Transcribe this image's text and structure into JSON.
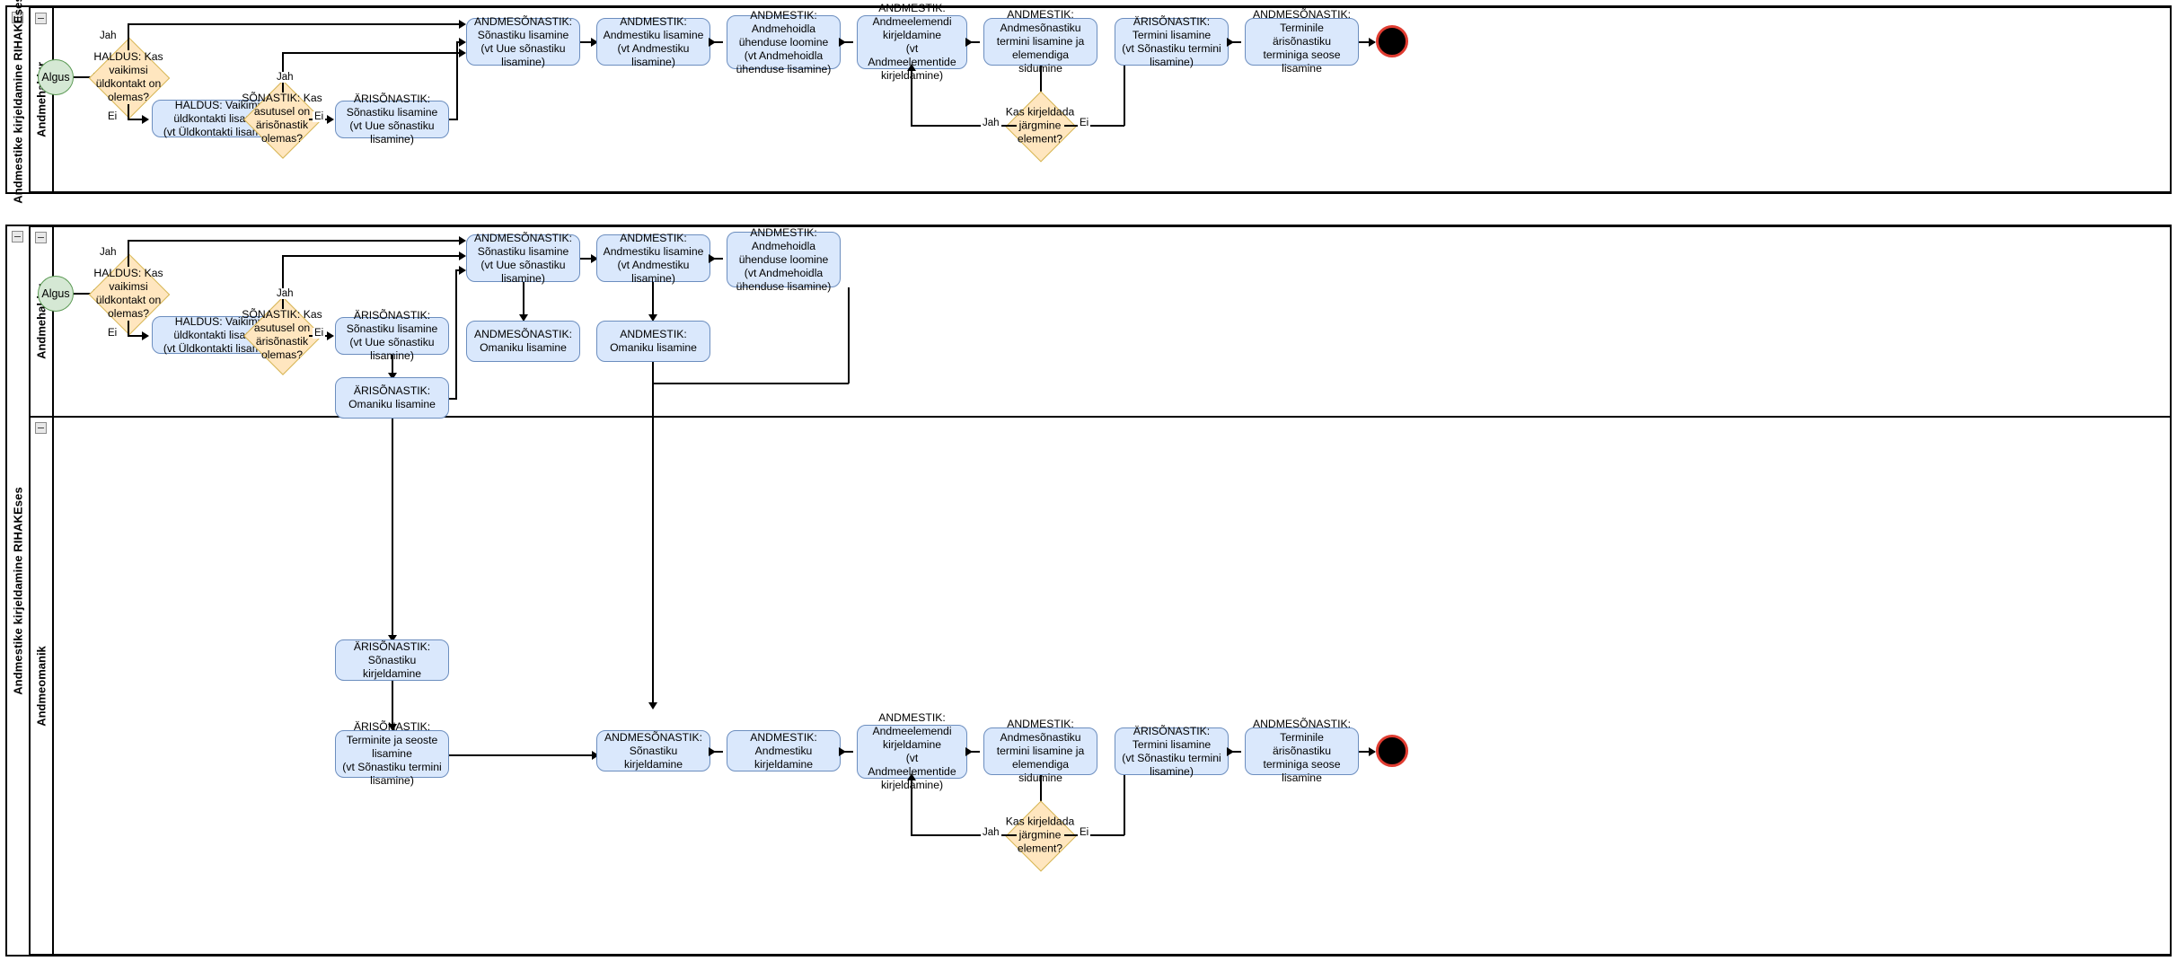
{
  "diagram": {
    "type": "bpmn-swimlane-flowchart",
    "colors": {
      "task_fill": "#dae8fc",
      "task_stroke": "#6c8ebf",
      "gateway_fill": "#ffe6bf",
      "gateway_stroke": "#d6b656",
      "start_fill": "#d5e8d4",
      "start_stroke": "#5b9a54",
      "end_fill": "#000000",
      "end_stroke": "#e03c31",
      "edge": "#000000"
    },
    "edge_labels": {
      "yes": "Jah",
      "no": "Ei"
    }
  },
  "pool_top": {
    "title": "Andmestike kirjeldamine RIHAKEses",
    "lane": {
      "title": "Andmehaldur"
    },
    "nodes": {
      "start": "Algus",
      "gw_default_contact": "HALDUS: Kas vaikimsi üldkontakt on olemas?",
      "task_add_contact": "HALDUS: Vaikimisi üldkontakti lisamine\n(vt Üldkontakti lisamine)",
      "gw_has_glossary": "SÕNASTIK: Kas asutusel on ärisõnastik olemas?",
      "task_biz_glossary": "ÄRISÕNASTIK: Sõnastiku lisamine\n(vt Uue sõnastiku lisamine)",
      "task_data_glossary": "ANDMESÕNASTIK: Sõnastiku lisamine\n(vt Uue sõnastiku lisamine)",
      "task_dataset": "ANDMESTIK: Andmestiku lisamine\n(vt Andmestiku lisamine)",
      "task_warehouse": "ANDMESTIK: Andmehoidla ühenduse loomine\n(vt Andmehoidla ühenduse lisamine)",
      "task_element": "ANDMESTIK: Andmeelemendi kirjeldamine\n(vt Andmeelementide kirjeldamine)",
      "task_term_bind": "ANDMESTIK: Andmesõnastiku termini lisamine ja elemendiga sidumine",
      "gw_next_element": "Kas kirjeldada järgmine element?",
      "task_biz_term": "ÄRISÕNASTIK: Termini lisamine\n(vt Sõnastiku termini lisamine)",
      "task_term_link": "ANDMESÕNASTIK: Terminile ärisõnastiku terminiga seose lisamine",
      "end": ""
    }
  },
  "pool_bottom": {
    "title": "Andmestike kirjeldamine RIHAKEses",
    "lane_top": {
      "title": "Andmehaldur"
    },
    "lane_bottom": {
      "title": "Andmeomanik"
    },
    "nodes": {
      "start": "Algus",
      "gw_default_contact": "HALDUS: Kas vaikimsi üldkontakt on olemas?",
      "task_add_contact": "HALDUS: Vaikimisi üldkontakti lisamine\n(vt Üldkontakti lisamine)",
      "gw_has_glossary": "SÕNASTIK: Kas asutusel on ärisõnastik olemas?",
      "task_biz_glossary": "ÄRISÕNASTIK: Sõnastiku lisamine\n(vt Uue sõnastiku lisamine)",
      "task_biz_owner": "ÄRISÕNASTIK: Omaniku lisamine",
      "task_data_glossary": "ANDMESÕNASTIK: Sõnastiku lisamine\n(vt Uue sõnastiku lisamine)",
      "task_data_owner": "ANDMESÕNASTIK: Omaniku lisamine",
      "task_dataset": "ANDMESTIK: Andmestiku lisamine\n(vt Andmestiku lisamine)",
      "task_dataset_owner": "ANDMESTIK: Omaniku lisamine",
      "task_warehouse": "ANDMESTIK: Andmehoidla ühenduse loomine\n(vt Andmehoidla ühenduse lisamine)",
      "task_biz_glossary_describe": "ÄRISÕNASTIK: Sõnastiku kirjeldamine",
      "task_terms_relations": "ÄRISÕNASTIK: Terminite ja seoste lisamine\n(vt Sõnastiku termini lisamine)",
      "task_data_glossary_describe": "ANDMESÕNASTIK: Sõnastiku kirjeldamine",
      "task_dataset_describe": "ANDMESTIK: Andmestiku kirjeldamine",
      "task_element": "ANDMESTIK: Andmeelemendi kirjeldamine\n(vt Andmeelementide kirjeldamine)",
      "task_term_bind": "ANDMESTIK: Andmesõnastiku termini lisamine ja elemendiga sidumine",
      "gw_next_element": "Kas kirjeldada järgmine element?",
      "task_biz_term": "ÄRISÕNASTIK: Termini lisamine\n(vt Sõnastiku termini lisamine)",
      "task_term_link": "ANDMESÕNASTIK: Terminile ärisõnastiku terminiga seose lisamine",
      "end": ""
    }
  }
}
